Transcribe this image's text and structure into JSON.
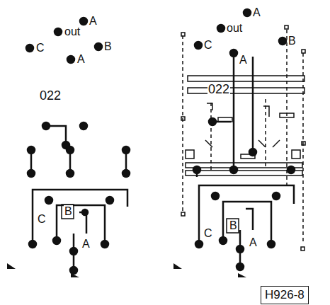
{
  "diagram": {
    "nodes": [
      {
        "text": [
          "H926-8"
        ]
      }
    ],
    "labels": [
      "A",
      "out",
      "C",
      "B",
      "A",
      "022",
      "C",
      "B",
      "A",
      "A",
      "out",
      "C",
      "A",
      "B",
      "022",
      "C",
      "B",
      "A"
    ]
  }
}
